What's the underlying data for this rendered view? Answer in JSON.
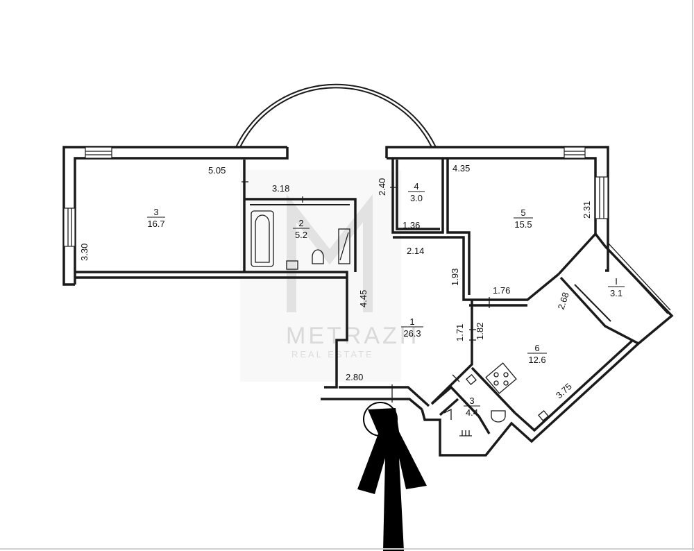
{
  "watermark": {
    "text": "METRAZH",
    "subtext": "REAL ESTATE"
  },
  "rooms": [
    {
      "id": "room-3-left",
      "number": "3",
      "area": "16.7"
    },
    {
      "id": "room-2",
      "number": "2",
      "area": "5.2"
    },
    {
      "id": "room-4",
      "number": "4",
      "area": "3.0"
    },
    {
      "id": "room-5",
      "number": "5",
      "area": "15.5"
    },
    {
      "id": "room-1",
      "number": "1",
      "area": "26.3"
    },
    {
      "id": "room-balcony",
      "number": "I",
      "area": "3.1"
    },
    {
      "id": "room-6",
      "number": "6",
      "area": "12.6"
    },
    {
      "id": "room-3-small",
      "number": "3",
      "area": "4.4"
    }
  ],
  "dimensions": [
    "5.05",
    "3.30",
    "3.18",
    "2.40",
    "1.36",
    "4.35",
    "2.31",
    "2.14",
    "1.93",
    "4.45",
    "1.76",
    "2.68",
    "1.71",
    "1.82",
    "2.80",
    "3.75"
  ]
}
